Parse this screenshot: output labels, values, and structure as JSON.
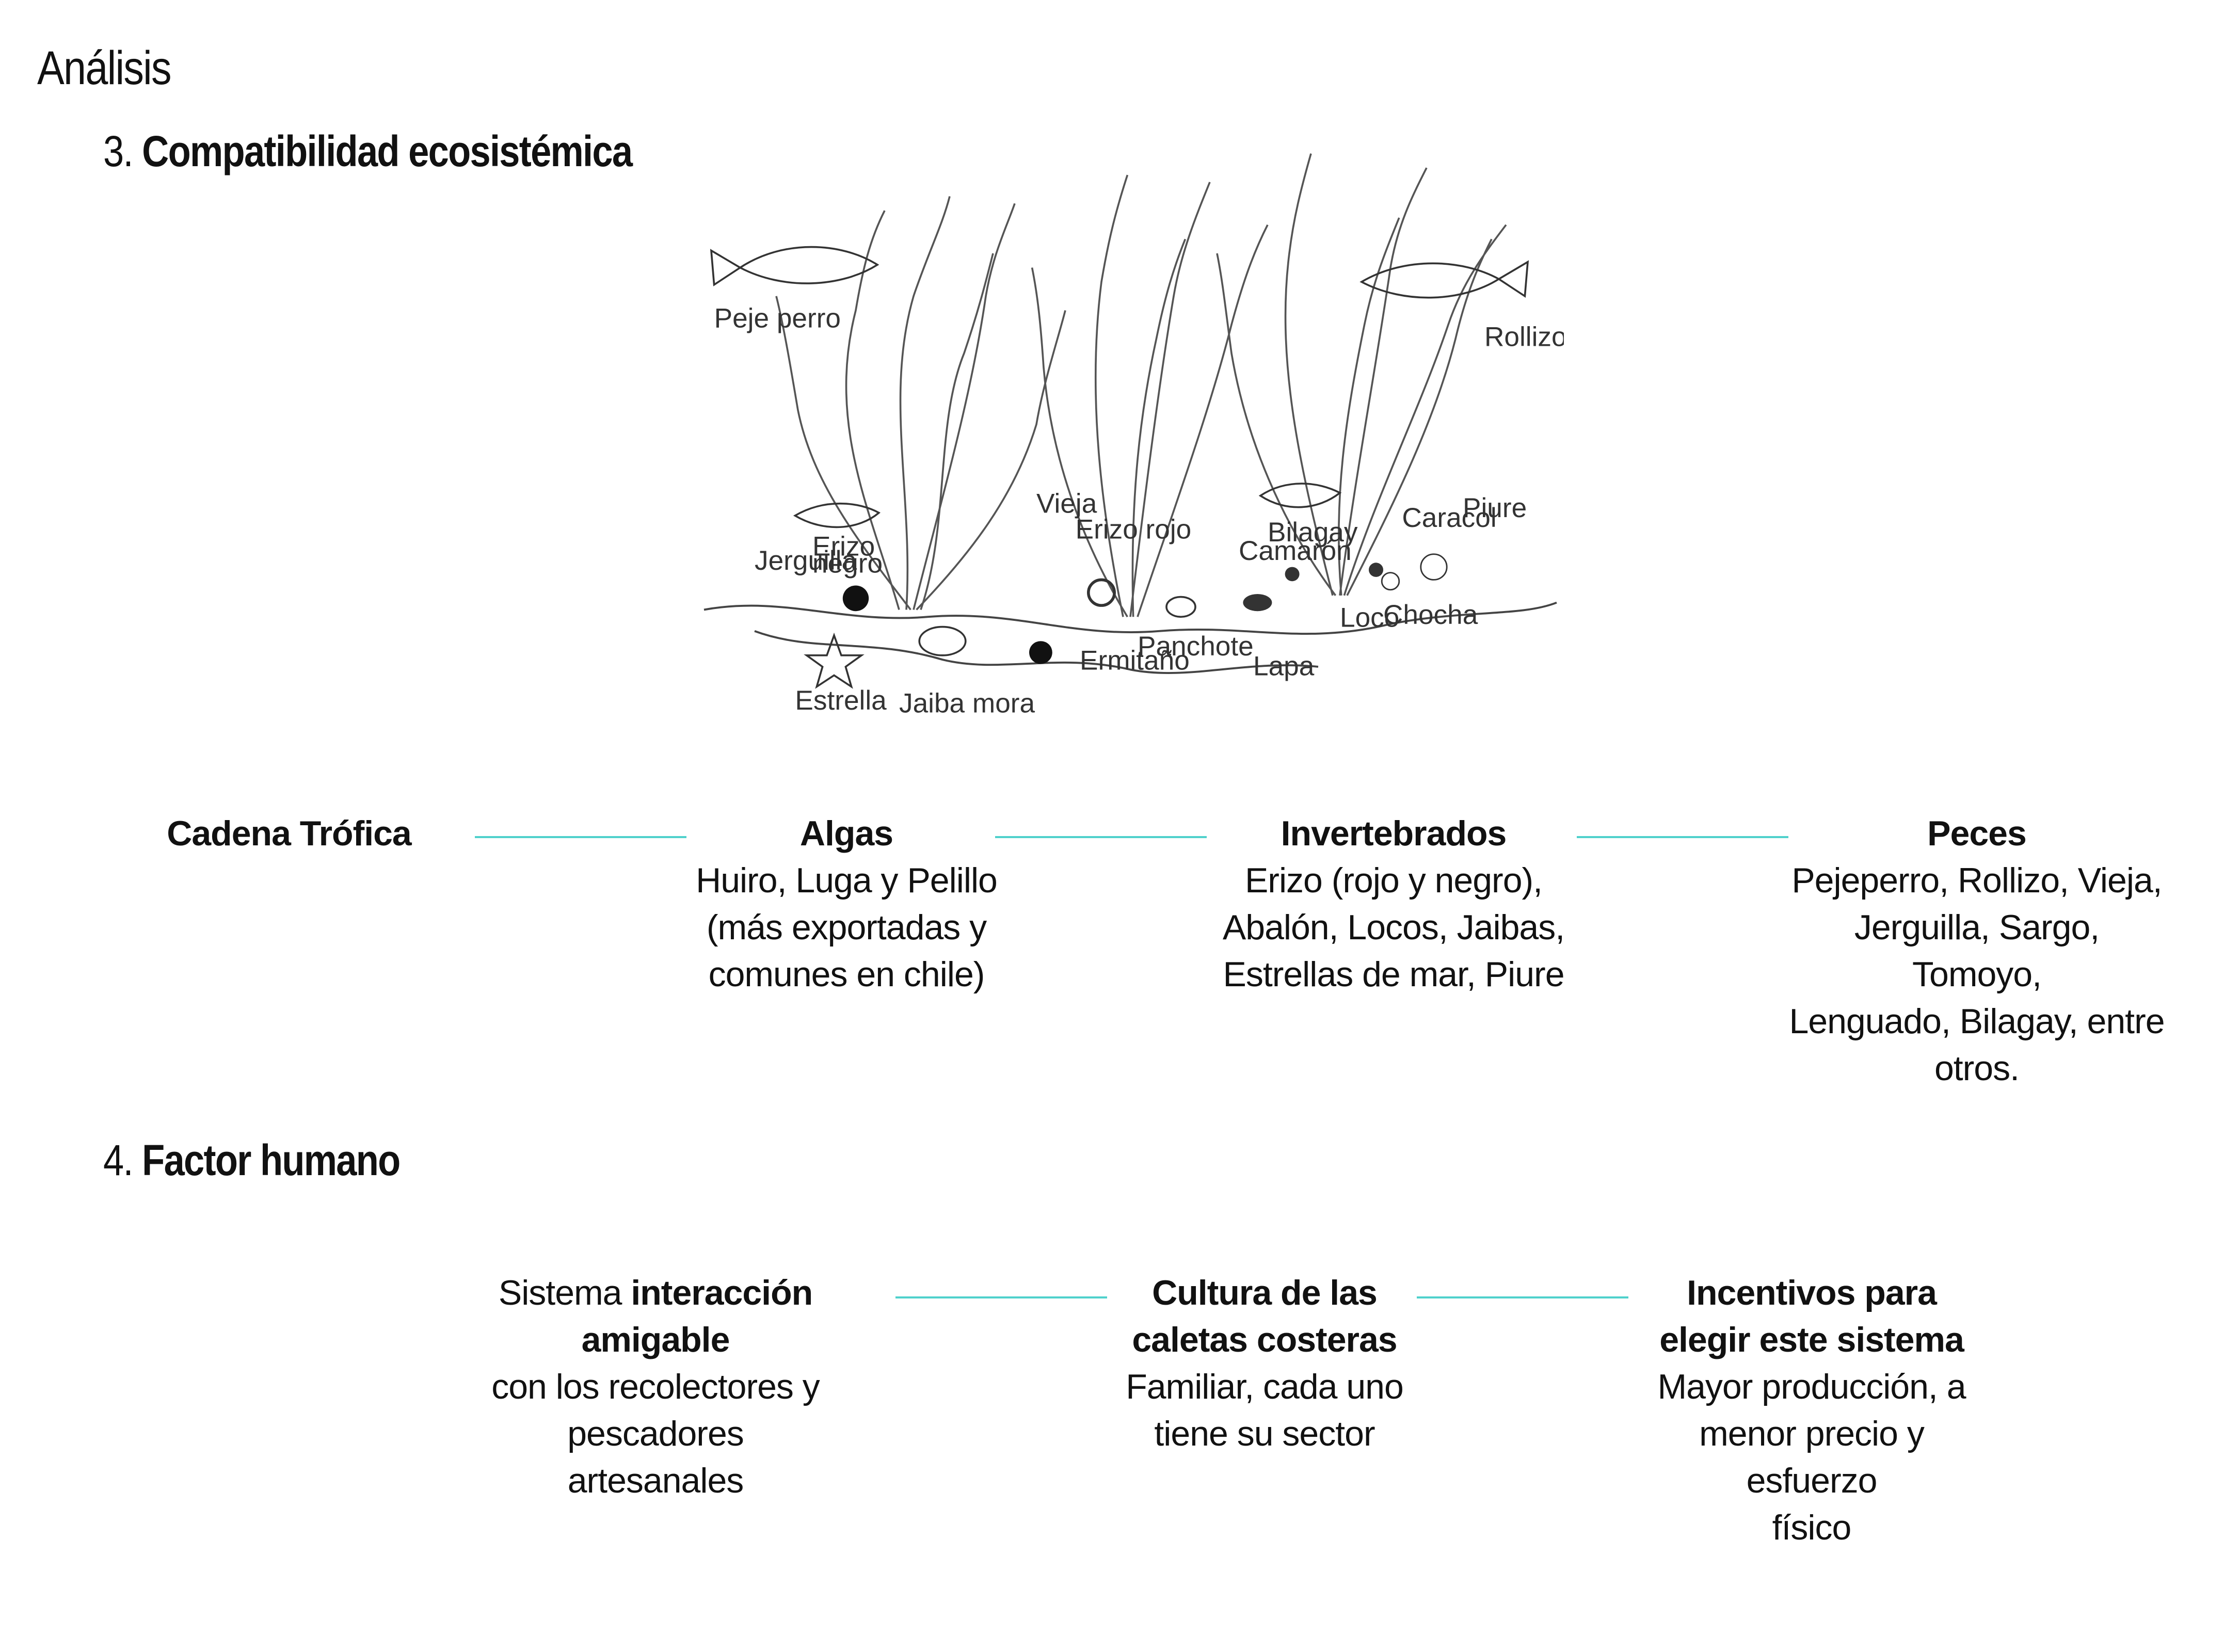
{
  "header": {
    "page_label": "Análisis"
  },
  "sections": [
    {
      "number": "3.",
      "title": "Compatibilidad ecosistémica",
      "illustration_labels": {
        "peje_perro": "Peje perro",
        "rollizo": "Rollizo",
        "vieja": "Vieja",
        "erizo_rojo": "Erizo rojo",
        "bilagay": "Bilagay",
        "camaron": "Camarón",
        "caracol": "Caracol",
        "piure": "Piure",
        "jerguilla": "Jerguilla",
        "erizo_negro_1": "Erizo",
        "erizo_negro_2": "negro",
        "loco": "Loco",
        "chocha": "Chocha",
        "estrella": "Estrella",
        "jaiba_mora": "Jaiba mora",
        "ermitano": "Ermitaño",
        "panchote": "Panchote",
        "lapa": "Lapa"
      },
      "chain": {
        "label": "Cadena Trófica",
        "nodes": [
          {
            "title": "Algas",
            "lines": [
              "Huiro, Luga y Pelillo",
              "(más exportadas y",
              "comunes en chile)"
            ]
          },
          {
            "title": "Invertebrados",
            "lines": [
              "Erizo (rojo y negro),",
              "Abalón, Locos, Jaibas,",
              "Estrellas de mar, Piure"
            ]
          },
          {
            "title": "Peces",
            "lines": [
              "Pejeperro, Rollizo, Vieja,",
              "Jerguilla, Sargo, Tomoyo,",
              "Lenguado, Bilagay, entre",
              "otros."
            ]
          }
        ]
      }
    },
    {
      "number": "4.",
      "title": "Factor humano",
      "nodes": [
        {
          "prefix": "Sistema ",
          "bold": "interacción amigable",
          "lines": [
            "con los recolectores y pescadores",
            "artesanales"
          ]
        },
        {
          "title_lines": [
            "Cultura de las",
            "caletas costeras"
          ],
          "lines": [
            "Familiar, cada uno",
            "tiene su sector"
          ]
        },
        {
          "title_lines": [
            "Incentivos para",
            "elegir este sistema"
          ],
          "lines": [
            "Mayor producción, a",
            "menor precio y esfuerzo",
            "físico"
          ]
        }
      ]
    }
  ],
  "colors": {
    "connector": "#4fd1cc",
    "text": "#111111"
  },
  "icons": [
    "kelp-forest-illustration",
    "fish-icon",
    "sea-urchin-icon",
    "crab-icon",
    "starfish-icon",
    "snail-icon"
  ]
}
